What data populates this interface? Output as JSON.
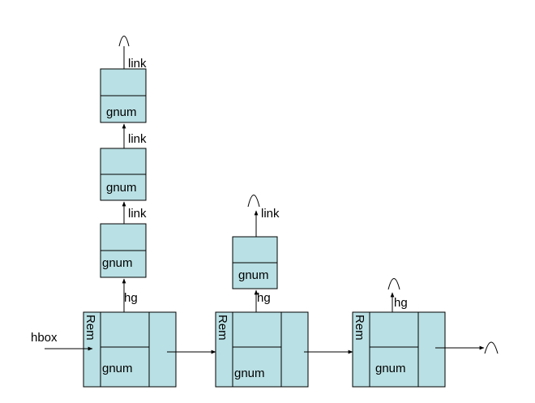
{
  "colors": {
    "box_fill": "#b9e0e4",
    "stroke": "#000000",
    "background": "#ffffff"
  },
  "labels": {
    "hbox": "hbox",
    "link": "link",
    "gnum": "gnum",
    "hg": "hg",
    "rem": "Rem"
  },
  "stack_nodes": [
    {
      "field": "gnum",
      "pointer": "link"
    },
    {
      "field": "gnum",
      "pointer": "link"
    },
    {
      "field": "gnum",
      "pointer": "link"
    }
  ],
  "middle_stack_node": {
    "field": "gnum",
    "pointer": "link"
  },
  "main_nodes": [
    {
      "side_label": "Rem",
      "field": "gnum",
      "pointer": "hg"
    },
    {
      "side_label": "Rem",
      "field": "gnum",
      "pointer": "hg"
    },
    {
      "side_label": "Rem",
      "field": "gnum",
      "pointer": "hg"
    }
  ],
  "null_marker": "null-terminator-arc"
}
